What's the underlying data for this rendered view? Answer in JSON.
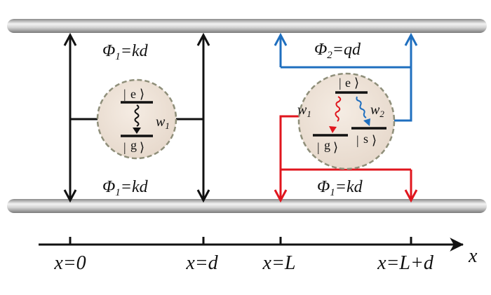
{
  "phases": {
    "left_top": {
      "symbol": "Φ",
      "sub": "1",
      "rhs": "=kd"
    },
    "left_bot": {
      "symbol": "Φ",
      "sub": "1",
      "rhs": "=kd"
    },
    "right_top": {
      "symbol": "Φ",
      "sub": "2",
      "rhs": "=qd"
    },
    "right_bot": {
      "symbol": "Φ",
      "sub": "1",
      "rhs": "=kd"
    }
  },
  "atom1": {
    "excited": "e",
    "ground": "g",
    "coupling": {
      "symbol": "w",
      "sub": "1"
    }
  },
  "atom2": {
    "excited": "e",
    "ground": "g",
    "stable": "s",
    "coupling_red": {
      "symbol": "w",
      "sub": "1"
    },
    "coupling_blue": {
      "symbol": "w",
      "sub": "2"
    }
  },
  "axis": {
    "variable": "x",
    "ticks": [
      "x=0",
      "x=d",
      "x=L",
      "x=L+d"
    ]
  },
  "colors": {
    "black": "#111111",
    "red": "#e0161e",
    "blue": "#1f6fbf",
    "waveguide": "#bcbcbc",
    "atom_fill": "#eee3d8"
  }
}
